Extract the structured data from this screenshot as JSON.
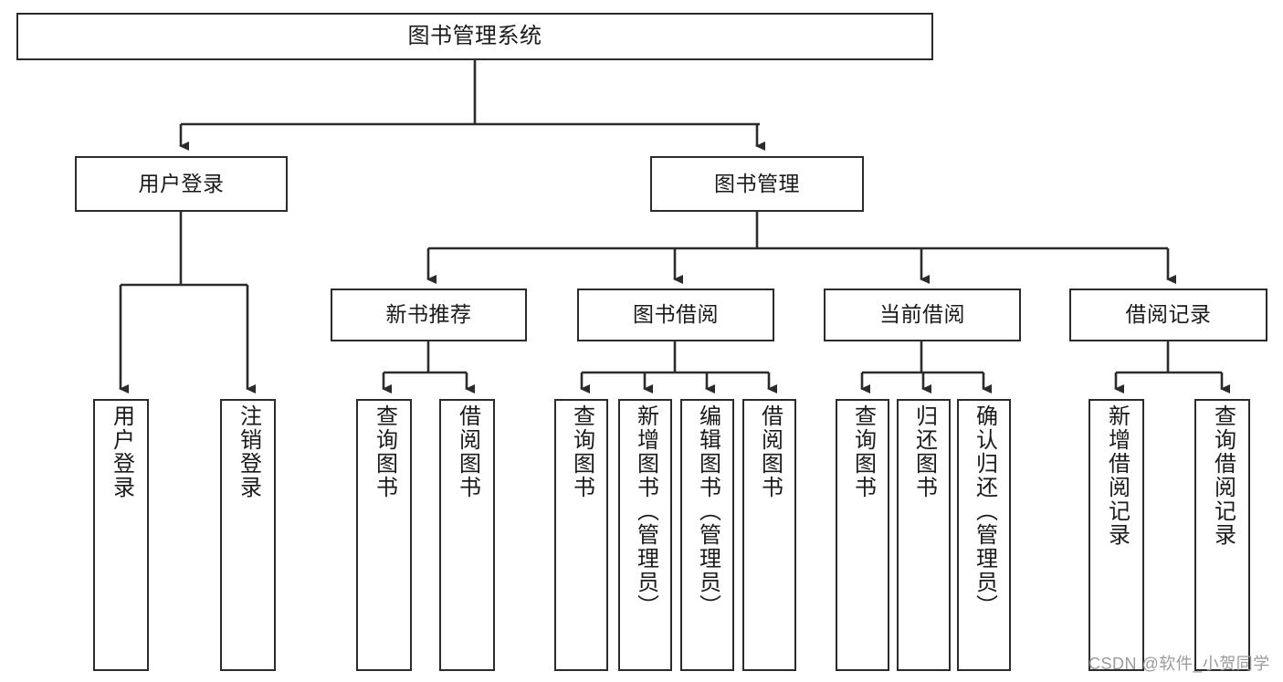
{
  "diagram": {
    "title": "图书管理系统",
    "type": "tree-hierarchy",
    "root": {
      "label": "图书管理系统"
    },
    "level2": [
      {
        "label": "用户登录"
      },
      {
        "label": "图书管理"
      }
    ],
    "level3": [
      {
        "label": "新书推荐"
      },
      {
        "label": "图书借阅"
      },
      {
        "label": "当前借阅"
      },
      {
        "label": "借阅记录"
      }
    ],
    "leaves": {
      "user_login": [
        {
          "label": "用户登录"
        },
        {
          "label": "注销登录"
        }
      ],
      "new_book_recommend": [
        {
          "label": "查询图书"
        },
        {
          "label": "借阅图书"
        }
      ],
      "book_borrow": [
        {
          "label": "查询图书"
        },
        {
          "label": "新增图书（管理员）"
        },
        {
          "label": "编辑图书（管理员）"
        },
        {
          "label": "借阅图书"
        }
      ],
      "current_borrow": [
        {
          "label": "查询图书"
        },
        {
          "label": "归还图书"
        },
        {
          "label": "确认归还（管理员）"
        }
      ],
      "borrow_record": [
        {
          "label": "新增借阅记录"
        },
        {
          "label": "查询借阅记录"
        }
      ]
    }
  },
  "watermark": {
    "text": "CSDN @软件_小贺同学"
  },
  "colors": {
    "stroke": "#2b2b2b",
    "fill": "#ffffff",
    "text": "#1a1a1a",
    "watermark": "#9a9a9a"
  }
}
